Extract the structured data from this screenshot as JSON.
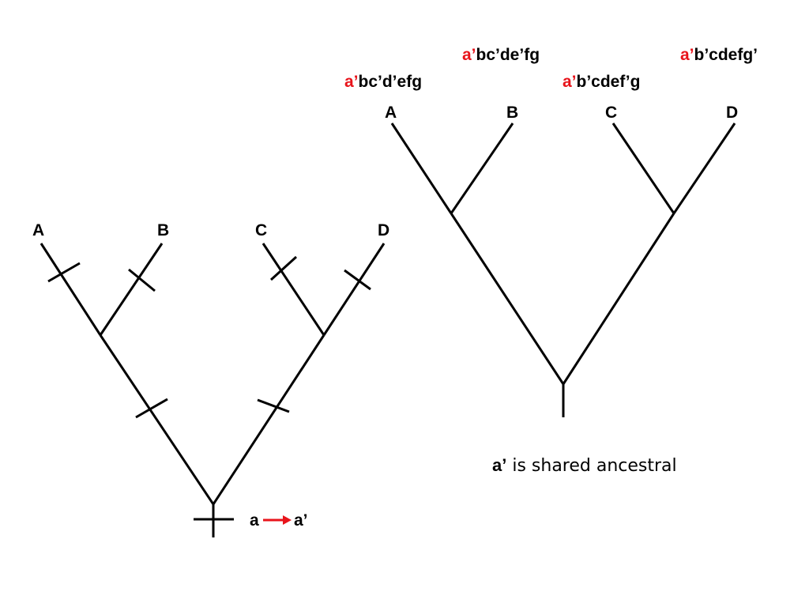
{
  "colors": {
    "highlight": "#e8141b",
    "ink": "#000000"
  },
  "left_tree": {
    "taxa": [
      "A",
      "B",
      "C",
      "D"
    ],
    "legend": {
      "from": "a",
      "to": "a’",
      "arrow_icon": "right-arrow-icon"
    }
  },
  "right_tree": {
    "taxa": [
      "A",
      "B",
      "C",
      "D"
    ],
    "characters": {
      "A": {
        "derived": "a’",
        "rest": "bc’d’efg"
      },
      "B": {
        "derived": "a’",
        "rest": "bc’de’fg"
      },
      "C": {
        "derived": "a’",
        "rest": "b’cdef’g"
      },
      "D": {
        "derived": "a’",
        "rest": "b’cdefg’"
      }
    },
    "caption": {
      "bold": "a’",
      "text": " is shared ancestral"
    }
  }
}
